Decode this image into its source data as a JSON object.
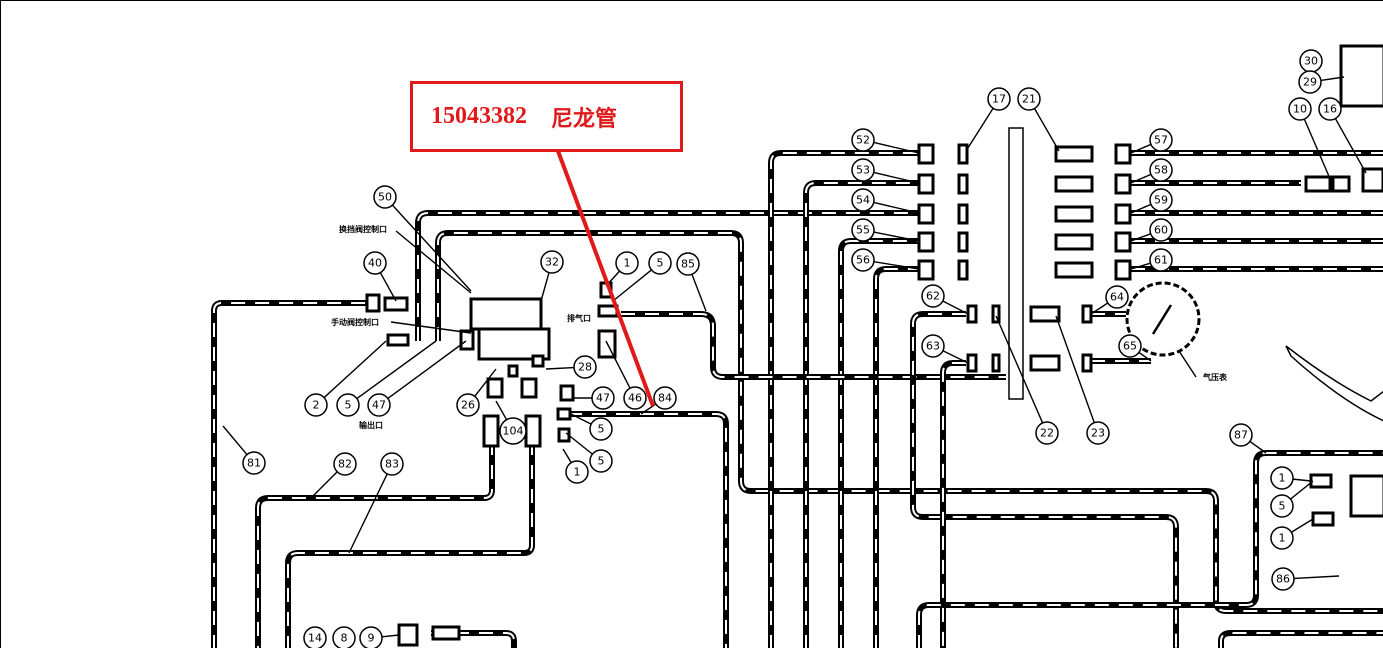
{
  "callout": {
    "part_number": "15043382",
    "part_name": "尼龙管",
    "color": "#e0191b"
  },
  "notes": [
    "换挡阀控制口",
    "手动阀控制口",
    "排气口",
    "输出口",
    "气压表"
  ],
  "balloons": [
    "50",
    "40",
    "32",
    "1",
    "5",
    "85",
    "28",
    "47",
    "46",
    "84",
    "2",
    "5",
    "47",
    "26",
    "104",
    "5",
    "5",
    "1",
    "81",
    "82",
    "83",
    "14",
    "8",
    "9",
    "17",
    "21",
    "52",
    "53",
    "54",
    "55",
    "56",
    "57",
    "58",
    "59",
    "60",
    "61",
    "62",
    "63",
    "64",
    "65",
    "22",
    "23",
    "30",
    "29",
    "10",
    "16",
    "87",
    "1",
    "5",
    "1",
    "86"
  ]
}
